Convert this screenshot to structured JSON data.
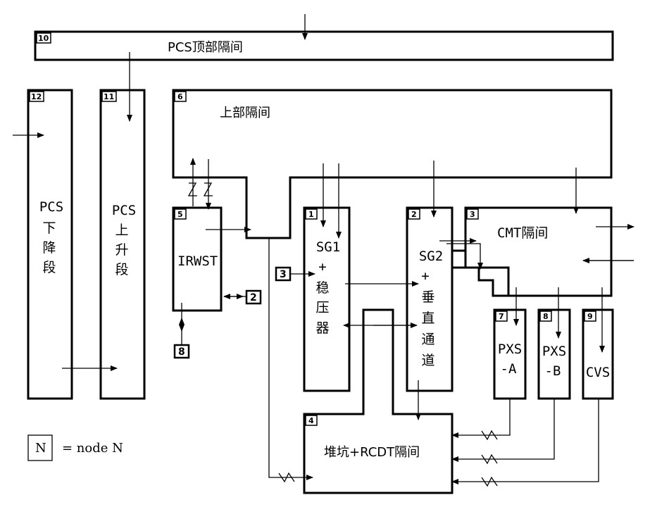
{
  "nodes": {
    "n10": {
      "num": "10",
      "label": "PCS顶部隔间"
    },
    "n12": {
      "num": "12",
      "lines": [
        "PCS",
        "下",
        "降",
        "段"
      ]
    },
    "n11": {
      "num": "11",
      "lines": [
        "PCS",
        "上",
        "升",
        "段"
      ]
    },
    "n6": {
      "num": "6",
      "label": "上部隔间"
    },
    "n5": {
      "num": "5",
      "label": "IRWST"
    },
    "n1": {
      "num": "1",
      "lines": [
        "SG1",
        "+",
        "稳",
        "压",
        "器"
      ]
    },
    "n2": {
      "num": "2",
      "lines": [
        "SG2",
        "+",
        "垂",
        "直",
        "通",
        "道"
      ]
    },
    "n3": {
      "num": "3",
      "label": "CMT隔间"
    },
    "n7": {
      "num": "7",
      "lines": [
        "PXS",
        "-A"
      ]
    },
    "n8": {
      "num": "8",
      "lines": [
        "PXS",
        "-B"
      ]
    },
    "n9": {
      "num": "9",
      "label": "CVS"
    },
    "n4": {
      "num": "4",
      "label": "堆坑+RCDT隔间"
    }
  },
  "ext_refs": {
    "to_n2": "2",
    "to_n8": "8",
    "from_n3": "3"
  },
  "legend": {
    "symbol": "N",
    "text": "= node N"
  }
}
